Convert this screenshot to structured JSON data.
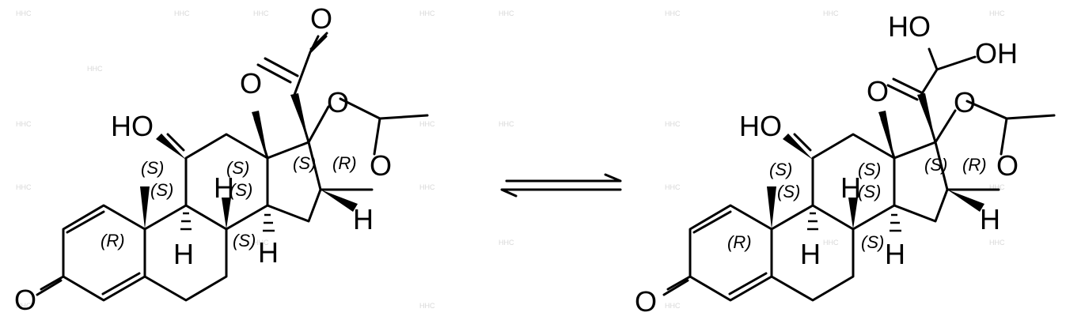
{
  "left_molecule": {
    "atoms": {
      "O_aldehyde": "O",
      "O_ketone": "O",
      "O_ring_top": "O",
      "O_ring_bottom": "O",
      "HO_11": "HO",
      "O_3": "O",
      "H_9": "H",
      "H_8": "H",
      "H_14": "H",
      "H_16": "H"
    },
    "stereo": {
      "c11": "(S)",
      "c9": "(S)",
      "c8": "(S)",
      "c13": "(S)",
      "c17": "(S)",
      "c16": "(R)",
      "c10": "(R)",
      "c14": "(S)"
    }
  },
  "right_molecule": {
    "atoms": {
      "HO_top": "HO",
      "OH_top": "OH",
      "O_ketone": "O",
      "O_ring_top": "O",
      "O_ring_bottom": "O",
      "HO_11": "HO",
      "O_3": "O",
      "H_9": "H",
      "H_8": "H",
      "H_14": "H",
      "H_16": "H"
    },
    "stereo": {
      "c11": "(S)",
      "c9": "(S)",
      "c8": "(S)",
      "c13": "(S)",
      "c17": "(S)",
      "c16": "(R)",
      "c10": "(R)",
      "c14": "(S)"
    }
  },
  "arrow": {
    "type": "equilibrium"
  },
  "watermark": "HHC"
}
